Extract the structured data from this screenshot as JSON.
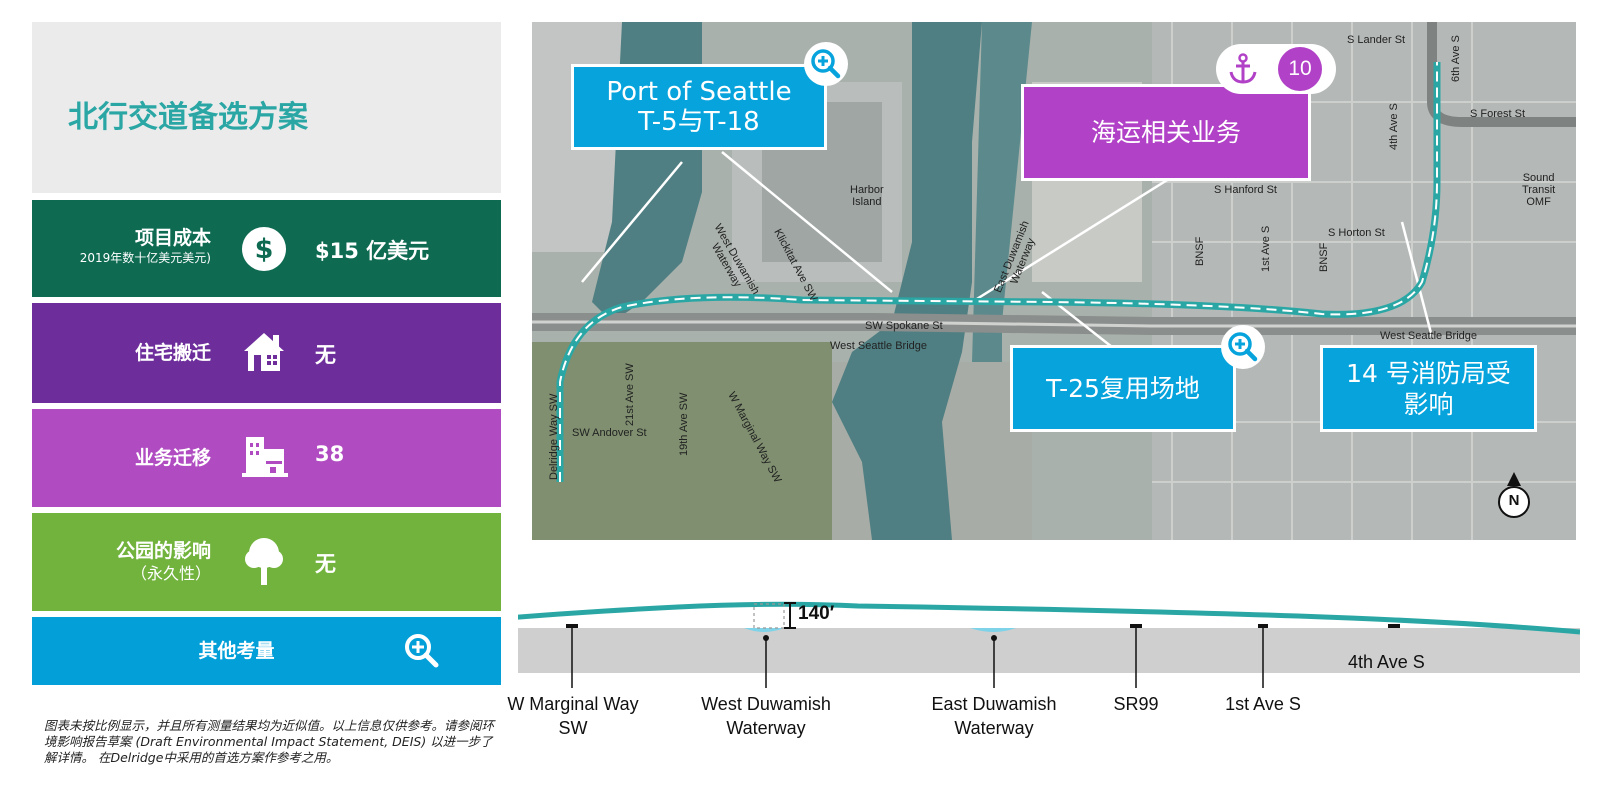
{
  "panel": {
    "title": "北行交道备选方案",
    "cost": {
      "label": "项目成本",
      "sub": "2019年数十亿美元美元)",
      "value": "$15 亿美元",
      "icon": "dollar-icon"
    },
    "residential": {
      "label": "住宅搬迁",
      "value": "无",
      "icon": "house-icon"
    },
    "business": {
      "label": "业务迁移",
      "value": "38",
      "icon": "building-icon"
    },
    "park": {
      "label": "公园的影响",
      "sub": "（永久性）",
      "value": "无",
      "icon": "tree-icon"
    },
    "more": {
      "label": "其他考量",
      "icon": "zoom-in-icon"
    }
  },
  "footnote": "图表未按比例显示，并且所有测量结果均为近似值。以上信息仅供参考。请参阅环境影响报告草案 (Draft Environmental Impact Statement, DEIS) 以进一步了解详情。 在Delridge中采用的首选方案作参考之用。",
  "map": {
    "callouts": {
      "port": [
        "Port of Seattle",
        "T-5与T-18"
      ],
      "maritime": "海运相关业务",
      "maritime_count": "10",
      "t25": "T-25复用场地",
      "fire": [
        "14 号消防局受",
        "影响"
      ]
    },
    "labels": {
      "lander": "S Lander St",
      "sixth": "6th Ave S",
      "forest": "S Forest St",
      "fourth": "4th Ave S",
      "sound1": "Sound",
      "sound2": "Transit",
      "sound3": "OMF",
      "hanford": "S Hanford St",
      "harbor1": "Harbor",
      "harbor2": "Island",
      "horton": "S Horton St",
      "bnsf1": "BNSF",
      "first": "1st Ave S",
      "bnsf2": "BNSF",
      "wdw1": "West Duwamish",
      "wdw2": "Waterway",
      "klick": "Klickitat Ave SW",
      "edw1": "East Duwamish",
      "edw2": "Waterway",
      "spokane": "SW Spokane St",
      "wsb1": "West Seattle Bridge",
      "wsb2": "West Seattle Bridge",
      "twentyfirst": "21st Ave SW",
      "nineteenth": "19th Ave SW",
      "wmarg": "W Marginal Way SW",
      "delridge": "Delridge Way SW",
      "andover": "SW Andover St",
      "north": "N"
    }
  },
  "profile": {
    "height_label": "140′",
    "stations": {
      "wmarginal": "W Marginal Way SW",
      "wdw": [
        "West Duwamish",
        "Waterway"
      ],
      "edw": [
        "East Duwamish",
        "Waterway"
      ],
      "sr99": "SR99",
      "first": "1st Ave S",
      "fourth": "4th Ave S"
    }
  },
  "colors": {
    "teal": "#2aa7a5",
    "cost": "#0e6b52",
    "residential": "#6d2e9c",
    "business": "#b04bc1",
    "park": "#72b33e",
    "more": "#039fd8",
    "callout_blue": "#06a3dc",
    "callout_purple": "#b141c6"
  }
}
